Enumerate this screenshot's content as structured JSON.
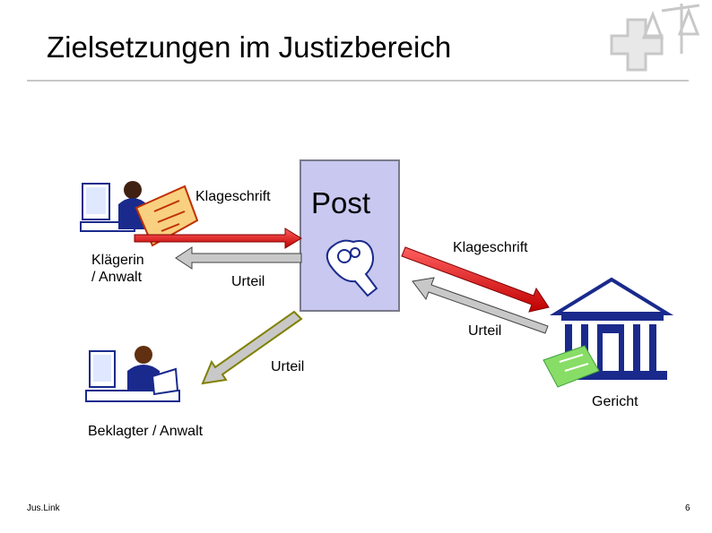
{
  "slide": {
    "title": "Zielsetzungen im  Justizbereich",
    "footer_left": "Jus.Link",
    "page_number": "6"
  },
  "diagram": {
    "post_label": "Post",
    "klageschrift_top": "Klageschrift",
    "klaegerin_line1": "Klägerin",
    "klaegerin_line2": "/ Anwalt",
    "urteil_left": "Urteil",
    "klageschrift_right": "Klageschrift",
    "urteil_right": "Urteil",
    "urteil_bottom": "Urteil",
    "gericht": "Gericht",
    "beklagter": "Beklagter / Anwalt"
  },
  "colors": {
    "post_box": "#c8c8f0",
    "arrow_red": "#e00000",
    "arrow_gray": "#c8c8c8",
    "arrow_olive": "#808000",
    "court_blue": "#1a2a8c",
    "document_green": "#88dd66",
    "document_orange": "#f8d080"
  },
  "icons": [
    "woman-at-computer-icon",
    "man-at-computer-icon",
    "courthouse-icon",
    "hand-icon",
    "swiss-justice-logo-icon",
    "document-icon"
  ]
}
